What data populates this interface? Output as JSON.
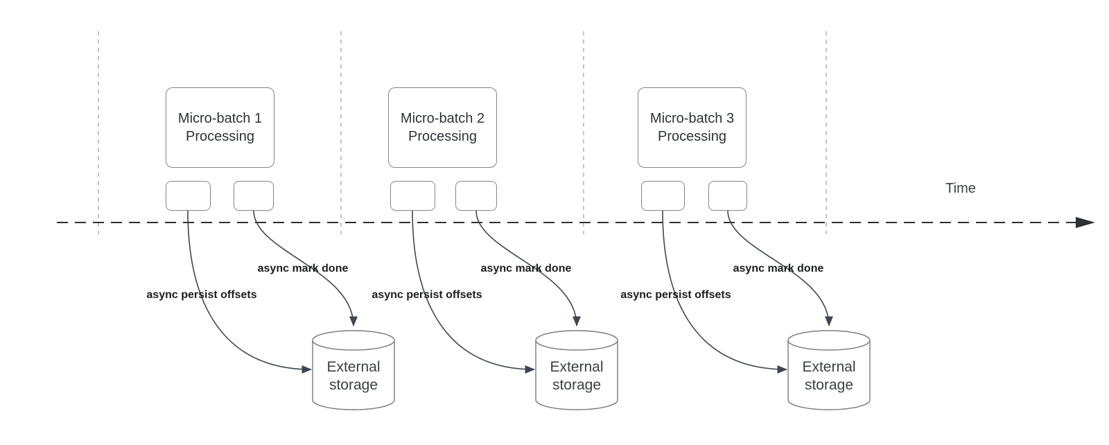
{
  "diagram": {
    "time_label": "Time",
    "batches": [
      {
        "title_line1": "Micro-batch 1",
        "title_line2": "Processing",
        "persist_label": "async persist offsets",
        "mark_done_label": "async mark done",
        "storage_line1": "External",
        "storage_line2": "storage"
      },
      {
        "title_line1": "Micro-batch 2",
        "title_line2": "Processing",
        "persist_label": "async persist offsets",
        "mark_done_label": "async mark done",
        "storage_line1": "External",
        "storage_line2": "storage"
      },
      {
        "title_line1": "Micro-batch 3",
        "title_line2": "Processing",
        "persist_label": "async persist offsets",
        "mark_done_label": "async mark done",
        "storage_line1": "External",
        "storage_line2": "storage"
      }
    ],
    "colors": {
      "arrow_stroke": "#3f4650",
      "timeline_stroke": "#2d2f33",
      "guide_dash": "#a7aaae",
      "shape_border": "#7f858d",
      "title_text": "#2e3338",
      "label_text": "#1b1d20"
    }
  }
}
